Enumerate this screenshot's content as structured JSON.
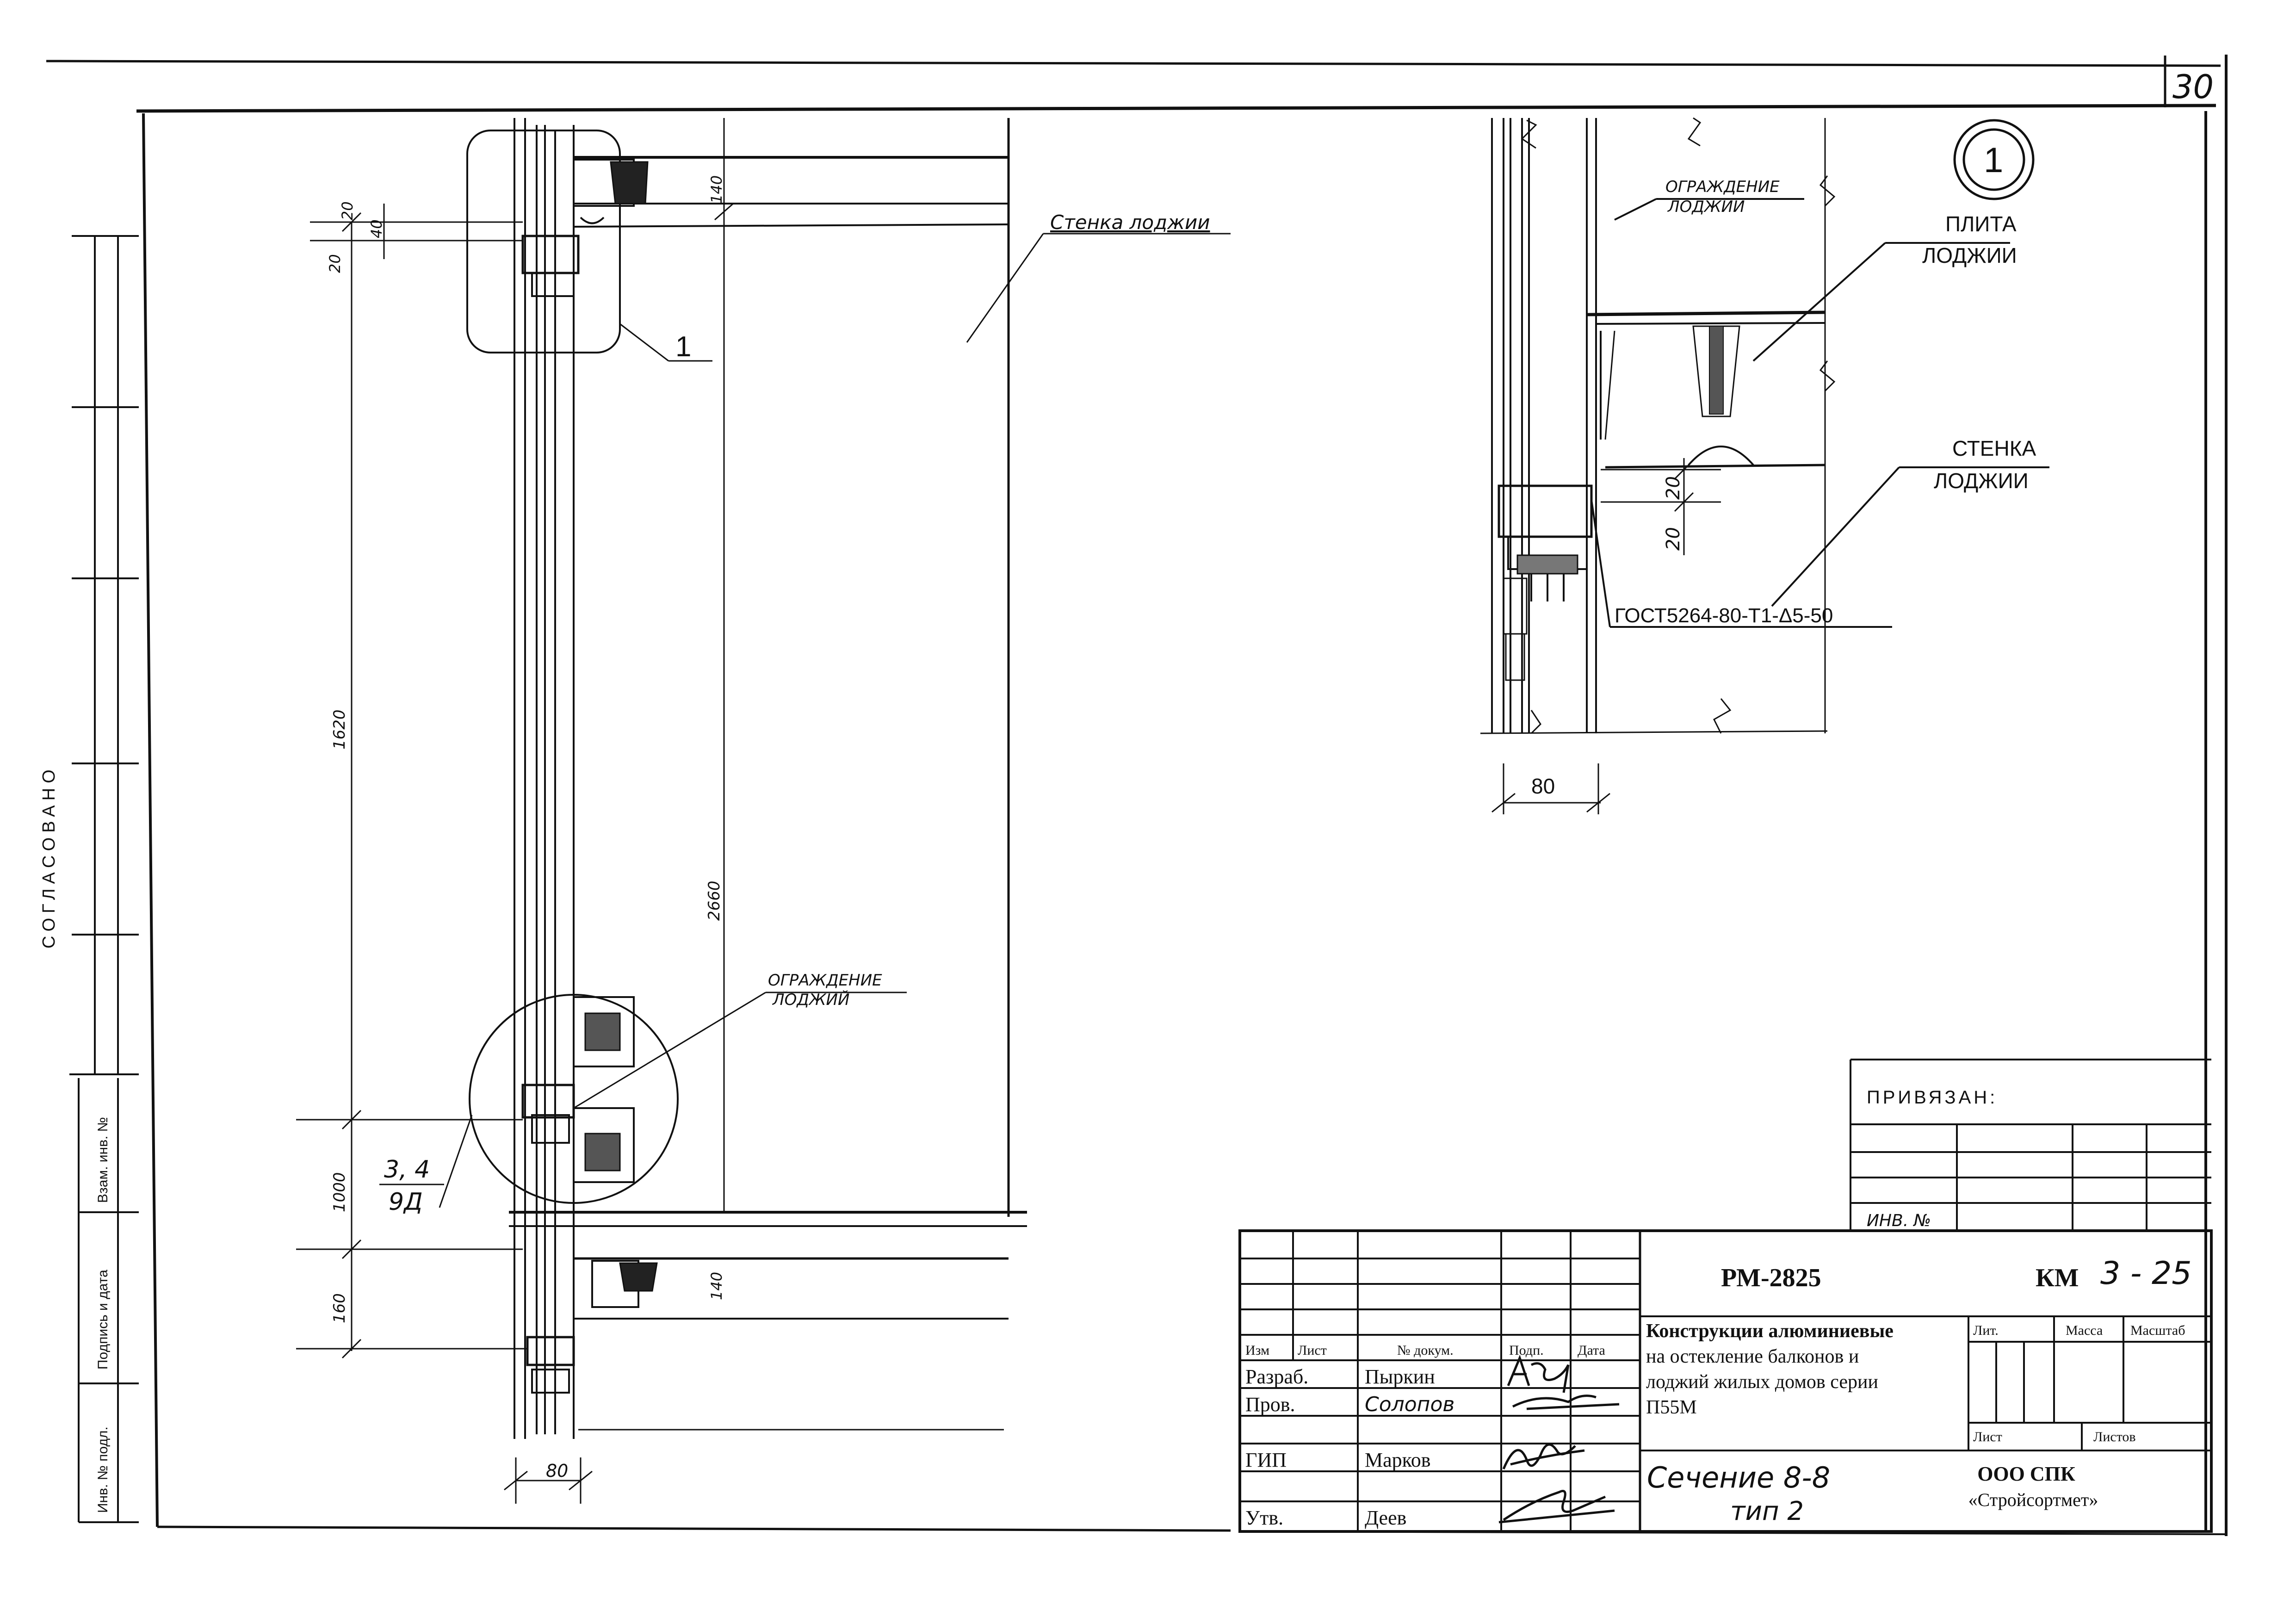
{
  "sheet": {
    "sheet_number": "30"
  },
  "side_stamp": {
    "agreed": "СОГЛАСОВАНО",
    "inv_no_label": "Инв. № подл.",
    "sign_date_label": "Подпись и дата",
    "replace_inv_label": "Взам. инв. №"
  },
  "section_drawing": {
    "callout_wall": "Стенка лоджии",
    "callout_railing": [
      "ОГРАЖДЕНИЕ",
      "ЛОДЖИЙ"
    ],
    "node_marker": "1",
    "ref_top": "3, 4",
    "ref_bottom": "9Д",
    "dims": {
      "d140_top": "140",
      "d20": "20",
      "d40": "40",
      "d20_left": "20",
      "d1620": "1620",
      "d2660": "2660",
      "d1000": "1000",
      "d160": "160",
      "d140_bottom": "140",
      "d80": "80"
    }
  },
  "detail_node": {
    "marker": "1",
    "callout_railing": [
      "ОГРАЖДЕНИЕ",
      "ЛОДЖИИ"
    ],
    "callout_slab": [
      "ПЛИТА",
      "ЛОДЖИИ"
    ],
    "callout_wall": [
      "СТЕНКА",
      "ЛОДЖИИ"
    ],
    "fastener": "ГОСТ5264-80-Т1-Δ5-50",
    "dims": {
      "d20_top": "20",
      "d20_bottom": "20",
      "d80": "80"
    }
  },
  "binding_block": {
    "title": "ПРИВЯЗАН:",
    "inv_label": "ИНВ. №"
  },
  "title_block": {
    "project_code": "РМ-2825",
    "mark": "КМ",
    "sheet_designation": "3 - 25",
    "description": [
      "Конструкции алюминиевые",
      "на остекление балконов и",
      "лоджий жилых домов серии",
      "П55М"
    ],
    "drawing_title": [
      "Сечение 8-8",
      "тип 2"
    ],
    "company": [
      "ООО СПК",
      "«Стройсортмет»"
    ],
    "headers": {
      "izm": "Изм",
      "list": "Лист",
      "doc_no": "№ докум.",
      "sign": "Подп.",
      "date": "Дата",
      "lit": "Лит.",
      "mass": "Масса",
      "scale": "Масштаб",
      "sheet": "Лист",
      "sheets": "Листов"
    },
    "roles": [
      {
        "role": "Разраб.",
        "name": "Пыркин"
      },
      {
        "role": "Пров.",
        "name": "Солопов"
      },
      {
        "role": "ГИП",
        "name": "Марков"
      },
      {
        "role": "Утв.",
        "name": "Деев"
      }
    ]
  }
}
